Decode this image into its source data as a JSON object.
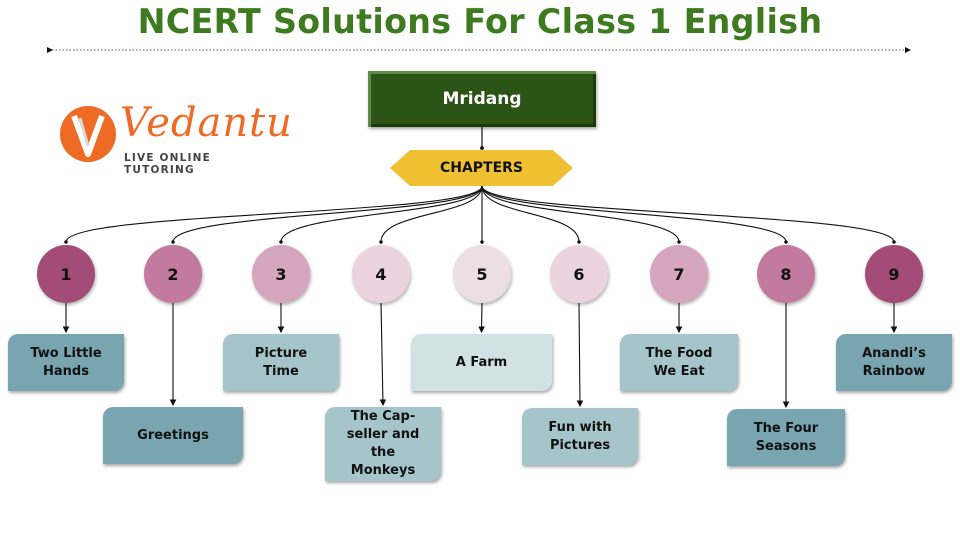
{
  "title": "NCERT Solutions For Class 1 English",
  "logo": {
    "brand": "Vedantu",
    "tagline": "LIVE ONLINE TUTORING",
    "color": "#ef6b25"
  },
  "root": {
    "label": "Mridang",
    "color": "#2b5416"
  },
  "hub": {
    "label": "CHAPTERS",
    "color": "#f0c033"
  },
  "chapters": [
    {
      "number": "1",
      "title": "Two Little Hands",
      "circle_color": "#a44c78",
      "box_color": "#79a5b0"
    },
    {
      "number": "2",
      "title": "Greetings",
      "circle_color": "#c27a9f",
      "box_color": "#79a5b0"
    },
    {
      "number": "3",
      "title": "Picture Time",
      "circle_color": "#d6a5c0",
      "box_color": "#a5c5ca"
    },
    {
      "number": "4",
      "title": "The Cap-seller and the Monkeys",
      "circle_color": "#ecd3e0",
      "box_color": "#a5c5ca"
    },
    {
      "number": "5",
      "title": "A Farm",
      "circle_color": "#ebdfe4",
      "box_color": "#d2e1e4"
    },
    {
      "number": "6",
      "title": "Fun with Pictures",
      "circle_color": "#ecd3e0",
      "box_color": "#a5c5ca"
    },
    {
      "number": "7",
      "title": "The Food We Eat",
      "circle_color": "#d6a5c0",
      "box_color": "#a5c5ca"
    },
    {
      "number": "8",
      "title": "The Four Seasons",
      "circle_color": "#c27a9f",
      "box_color": "#79a5b0"
    },
    {
      "number": "9",
      "title": "Anandi’s Rainbow",
      "circle_color": "#a44c78",
      "box_color": "#79a5b0"
    }
  ]
}
